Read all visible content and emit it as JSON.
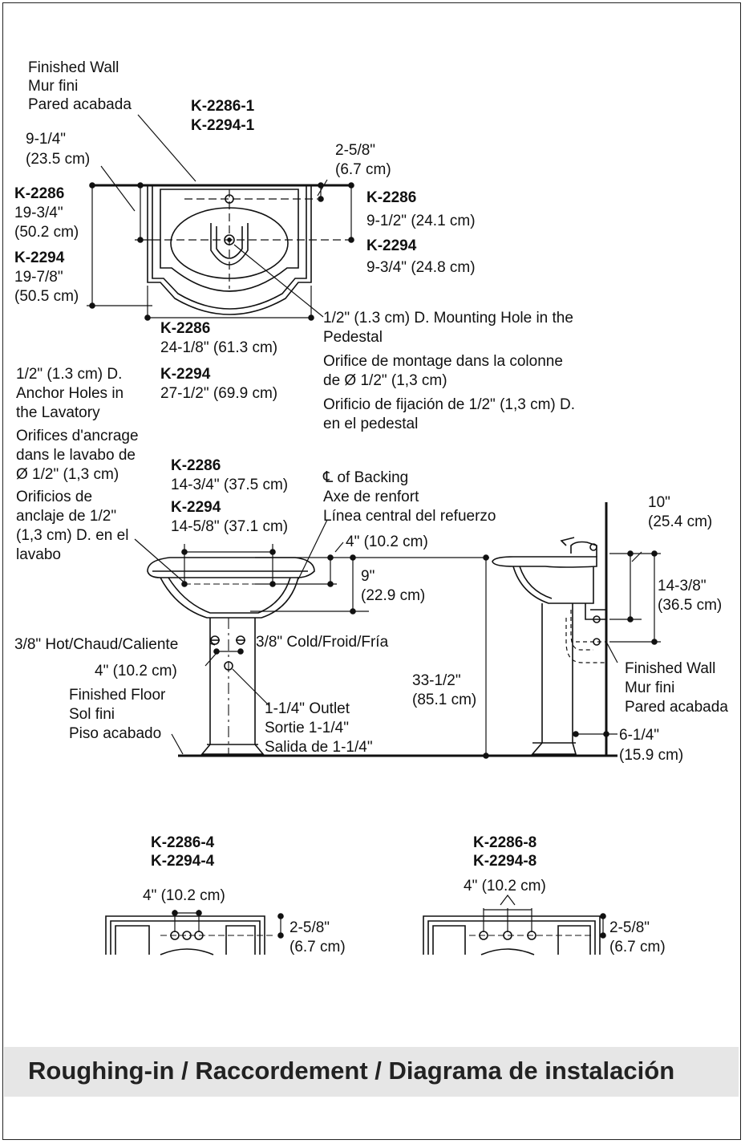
{
  "top_view": {
    "wall": [
      "Finished Wall",
      "Mur fini",
      "Pared acabada"
    ],
    "models": [
      "K-2286-1",
      "K-2294-1"
    ],
    "wall_offset": [
      "9-1/4\"",
      "(23.5 cm)"
    ],
    "top_offset": [
      "2-5/8\"",
      "(6.7 cm)"
    ],
    "depth_k2286": [
      "K-2286",
      "19-3/4\"",
      "(50.2 cm)"
    ],
    "depth_k2294": [
      "K-2294",
      "19-7/8\"",
      "(50.5 cm)"
    ],
    "hole_k2286": [
      "K-2286",
      "9-1/2\" (24.1 cm)"
    ],
    "hole_k2294": [
      "K-2294",
      "9-3/4\" (24.8 cm)"
    ],
    "mounting_hole": [
      "1/2\" (1.3 cm) D. Mounting Hole in the",
      "Pedestal",
      "Orifice de montage dans la colonne",
      "de Ø 1/2\" (1,3 cm)",
      "Orificio de fijación de 1/2\" (1,3 cm) D.",
      "en el pedestal"
    ],
    "width_k2286": [
      "K-2286",
      "24-1/8\" (61.3 cm)"
    ],
    "width_k2294": [
      "K-2294",
      "27-1/2\" (69.9 cm)"
    ]
  },
  "front_view": {
    "anchor_holes": [
      "1/2\" (1.3 cm) D.",
      "Anchor Holes in",
      "the Lavatory",
      "Orifices d'ancrage",
      "dans le lavabo de",
      "Ø 1/2\" (1,3 cm)",
      "Orificios de",
      "anclaje de 1/2\"",
      "(1,3 cm) D. en el",
      "lavabo"
    ],
    "spacing_k2286": [
      "K-2286",
      "14-3/4\" (37.5 cm)"
    ],
    "spacing_k2294": [
      "K-2294",
      "14-5/8\" (37.1 cm)"
    ],
    "backing": [
      "℄ of Backing",
      "Axe de renfort",
      "Línea central del refuerzo"
    ],
    "four_a": "4\" (10.2 cm)",
    "nine": [
      "9\"",
      "(22.9 cm)"
    ],
    "hot": "3/8\" Hot/Chaud/Caliente",
    "cold": "3/8\" Cold/Froid/Fría",
    "four_b": "4\" (10.2 cm)",
    "floor": [
      "Finished Floor",
      "Sol fini",
      "Piso acabado"
    ],
    "outlet": [
      "1-1/4\" Outlet",
      "Sortie 1-1/4\"",
      "Salida de 1-1/4\""
    ],
    "height": [
      "33-1/2\"",
      "(85.1 cm)"
    ]
  },
  "side_view": {
    "ten": [
      "10\"",
      "(25.4 cm)"
    ],
    "fourteen": [
      "14-3/8\"",
      "(36.5 cm)"
    ],
    "wall": [
      "Finished Wall",
      "Mur fini",
      "Pared acabada"
    ],
    "six": [
      "6-1/4\"",
      "(15.9 cm)"
    ]
  },
  "variant_4": {
    "models": [
      "K-2286-4",
      "K-2294-4"
    ],
    "spacing": "4\" (10.2 cm)",
    "offset": [
      "2-5/8\"",
      "(6.7 cm)"
    ]
  },
  "variant_8": {
    "models": [
      "K-2286-8",
      "K-2294-8"
    ],
    "spacing": "4\" (10.2 cm)",
    "offset": [
      "2-5/8\"",
      "(6.7 cm)"
    ]
  },
  "footer": {
    "title": "Roughing-in / Raccordement / Diagrama de instalación"
  }
}
